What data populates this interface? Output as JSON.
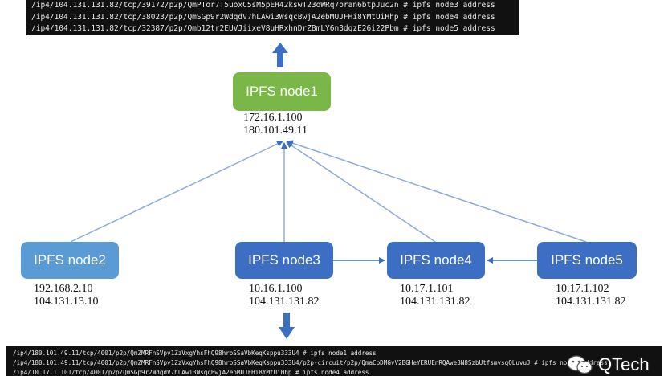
{
  "top_terminal": {
    "lines": [
      "/ip4/104.131.131.82/tcp/39172/p2p/QmPTor7T5uoxC5sM5pEH42kswT23oWRq7oran6btpJuc2n # ipfs node3 address",
      "/ip4/104.131.131.82/tcp/38023/p2p/QmSGp9r2WdqdV7hLAwi3WsqcBwjA2ebMUJFHi8YMtUiHhp # ipfs node4 address",
      "/ip4/104.131.131.82/tcp/32387/p2p/Qmb12tr2EUVJiixeV8uHRxhnDrZBmLY6n3dqzE26i22Pbm # ipfs node5 address"
    ]
  },
  "bottom_terminal": {
    "lines": [
      "/ip4/180.101.49.11/tcp/4001/p2p/QmZMRFnSVpv1ZzVxgYhsFhQ98hroSSaVbKeqKsppu333U4 # ipfs node1 address",
      "/ip4/180.101.49.11/tcp/4001/p2p/QmZMRFnSVpv1ZzVxgYhsFhQ98hroSSaVbKeqKsppu333U4/p2p-circuit/p2p/QmaCpDMGvV2BGHeYERUEnRQAwe3N8SzbUtfsmvsqQLuvuJ # ipfs node5 address",
      "/ip4/10.17.1.101/tcp/4001/p2p/QmSGp9r2WdqdV7hLAwi3WsqcBwjA2ebMUJFHi8YMtUiHhp # ipfs node4 address"
    ]
  },
  "nodes": {
    "node1": {
      "label": "IPFS node1",
      "ip_lines": [
        "172.16.1.100",
        "180.101.49.11"
      ],
      "color": "#7ab648"
    },
    "node2": {
      "label": "IPFS node2",
      "ip_lines": [
        "192.168.2.10",
        "104.131.13.10"
      ],
      "color": "#5b9bd5"
    },
    "node3": {
      "label": "IPFS node3",
      "ip_lines": [
        "10.16.1.100",
        "104.131.131.82"
      ],
      "color": "#3c6fc4"
    },
    "node4": {
      "label": "IPFS node4",
      "ip_lines": [
        "10.17.1.101",
        "104.131.131.82"
      ],
      "color": "#3c6fc4"
    },
    "node5": {
      "label": "IPFS node5",
      "ip_lines": [
        "10.17.1.102",
        "104.131.131.82"
      ],
      "color": "#3c6fc4"
    }
  },
  "colors": {
    "edge": "#8eaadb",
    "arrow": "#3c6fc4"
  },
  "watermark": {
    "text": "QTech",
    "icon": "wechat-icon"
  }
}
